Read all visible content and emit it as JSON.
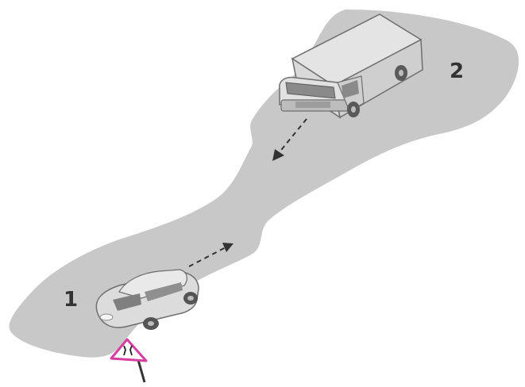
{
  "diagram": {
    "labels": {
      "position_car": "1",
      "position_truck": "2"
    },
    "elements": {
      "road": "narrowing-road",
      "vehicle_1": "car",
      "vehicle_2": "truck",
      "sign": "road-narrows-warning-sign",
      "movement_arrows": [
        "dashed-arrow-up-right",
        "dashed-arrow-down-left"
      ]
    },
    "colors": {
      "road": "#c8c8c8",
      "vehicle_body": "#d9d9d9",
      "vehicle_outline": "#6e6e6e",
      "sign_border": "#d63fa0",
      "label": "#333333"
    }
  }
}
